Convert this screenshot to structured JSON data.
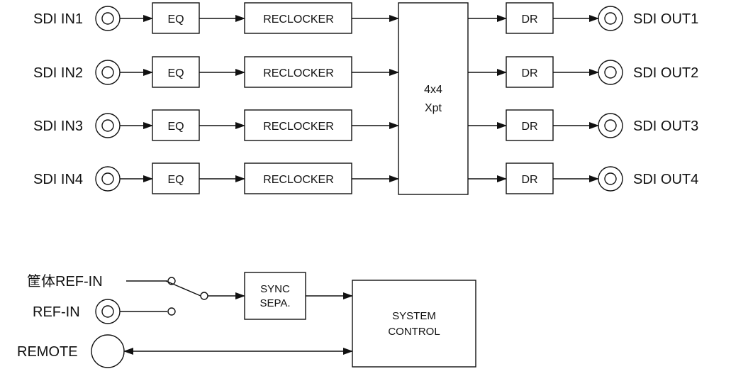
{
  "inputs": {
    "items": [
      {
        "label": "SDI IN1",
        "eq": "EQ",
        "reclocker": "RECLOCKER"
      },
      {
        "label": "SDI IN2",
        "eq": "EQ",
        "reclocker": "RECLOCKER"
      },
      {
        "label": "SDI IN3",
        "eq": "EQ",
        "reclocker": "RECLOCKER"
      },
      {
        "label": "SDI IN4",
        "eq": "EQ",
        "reclocker": "RECLOCKER"
      }
    ]
  },
  "crosspoint": {
    "line1": "4x4",
    "line2": "Xpt"
  },
  "outputs": {
    "items": [
      {
        "label": "SDI OUT1",
        "driver": "DR"
      },
      {
        "label": "SDI OUT2",
        "driver": "DR"
      },
      {
        "label": "SDI OUT3",
        "driver": "DR"
      },
      {
        "label": "SDI OUT4",
        "driver": "DR"
      }
    ]
  },
  "reference": {
    "internal_label": "筐体REF-IN",
    "external_label": "REF-IN",
    "sync_line1": "SYNC",
    "sync_line2": "SEPA."
  },
  "control": {
    "remote_label": "REMOTE",
    "system_line1": "SYSTEM",
    "system_line2": "CONTROL"
  }
}
